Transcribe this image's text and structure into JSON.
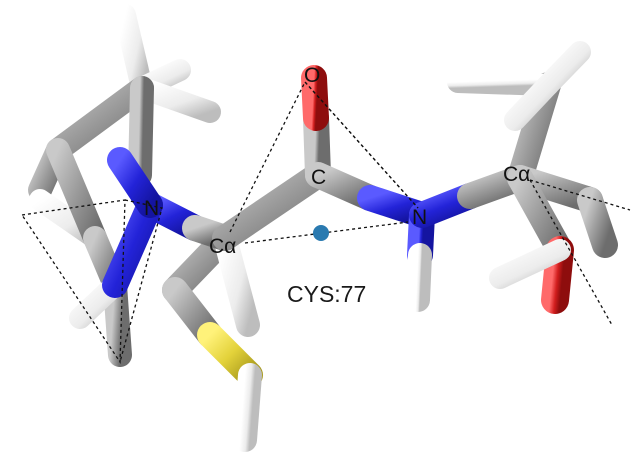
{
  "residue_label": "CYS:77",
  "atom_labels": {
    "oxygen": "O",
    "carbon": "C",
    "nitrogen_left": "N",
    "nitrogen_right": "N",
    "calpha_center": "Cα",
    "calpha_right": "Cα"
  },
  "colors": {
    "carbon": "#8e8e8e",
    "nitrogen": "#2b2bd6",
    "oxygen": "#d21e1e",
    "sulfur": "#e0d23a",
    "hydrogen": "#f2f2f2",
    "marker": "#2a7ab0"
  }
}
